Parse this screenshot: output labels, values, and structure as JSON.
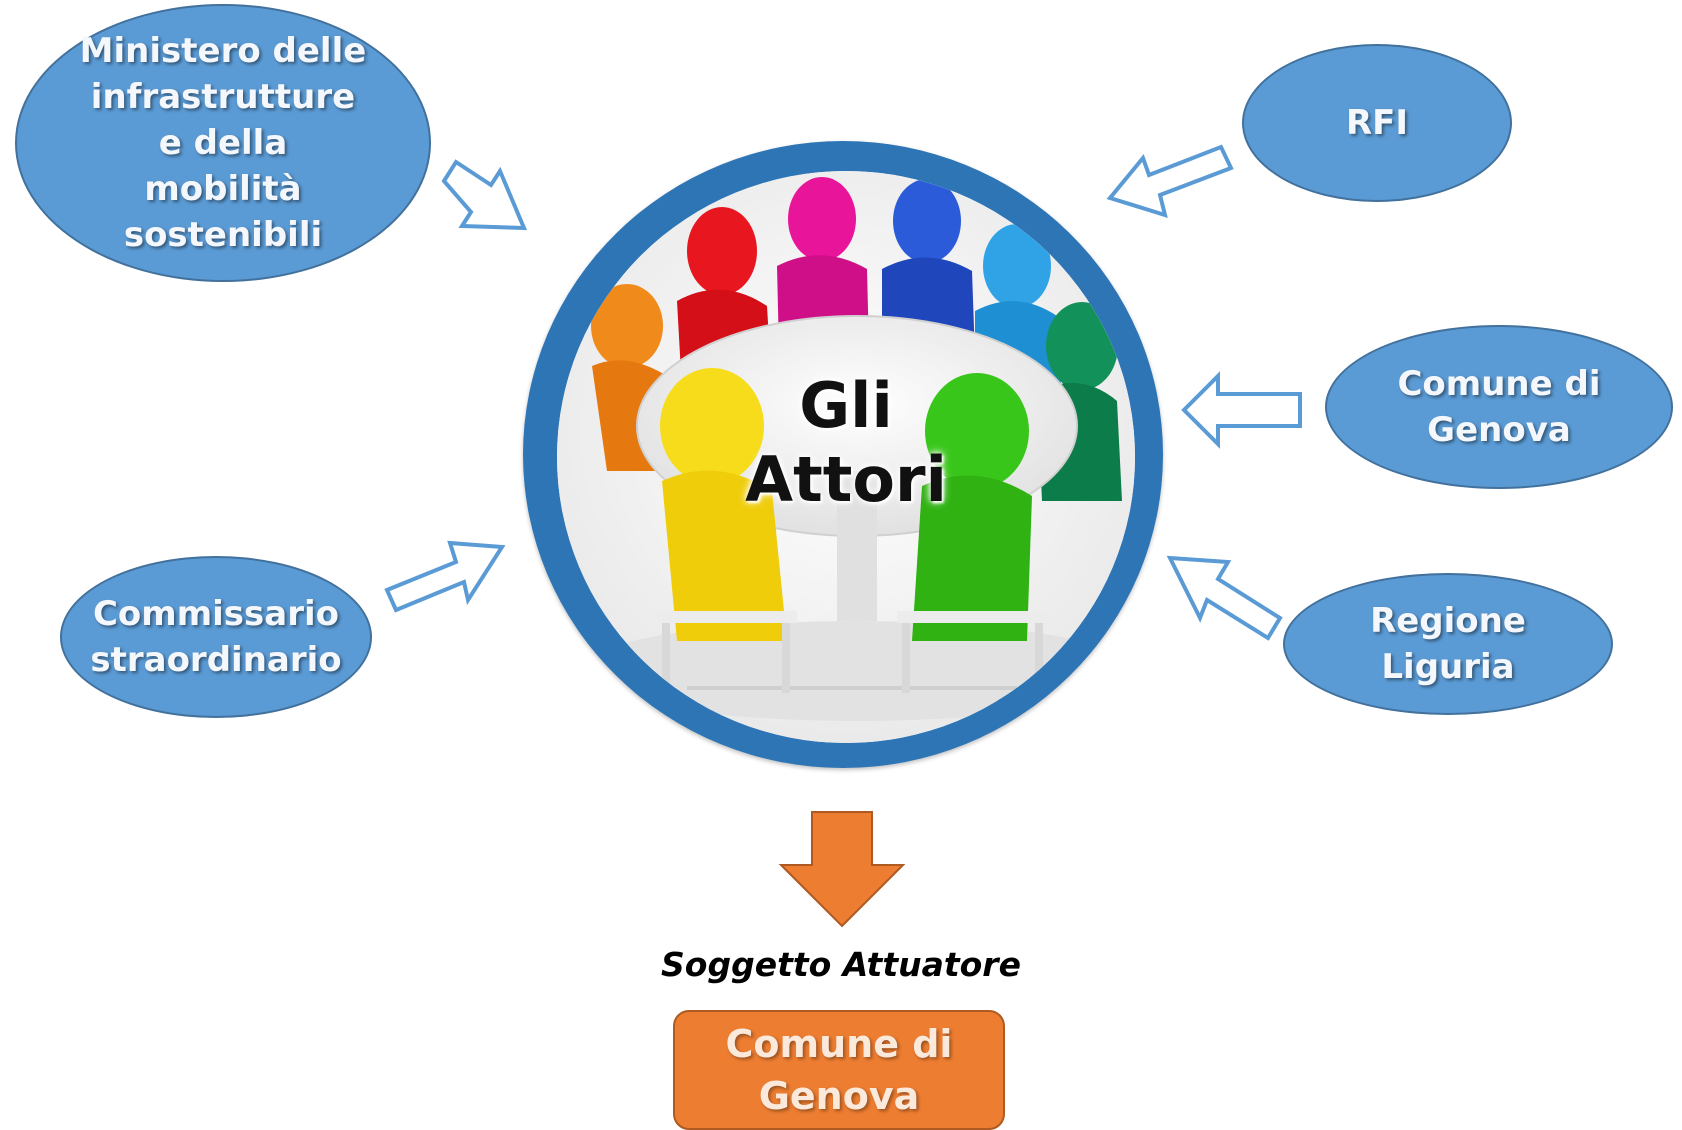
{
  "center": {
    "title_line1": "Gli",
    "title_line2": "Attori"
  },
  "actors": [
    {
      "id": "ministero",
      "label": "Ministero delle\ninfrastrutture\ne della\nmobilità\nsostenibili"
    },
    {
      "id": "rfi",
      "label": "RFI"
    },
    {
      "id": "comune",
      "label": "Comune di\nGenova"
    },
    {
      "id": "commissario",
      "label": "Commissario\nstraordinario"
    },
    {
      "id": "regione",
      "label": "Regione\nLiguria"
    }
  ],
  "implementer": {
    "caption": "Soggetto Attuatore",
    "label": "Comune di\nGenova"
  },
  "colors": {
    "actor_fill": "#5b9bd5",
    "ring": "#2e75b6",
    "implementer_fill": "#ed7d31",
    "arrow_outline": "#5b9bd5"
  },
  "icons": {
    "center_image": "people-around-table-icon",
    "connectors": "hollow-block-arrow-icon",
    "output": "down-arrow-icon"
  }
}
